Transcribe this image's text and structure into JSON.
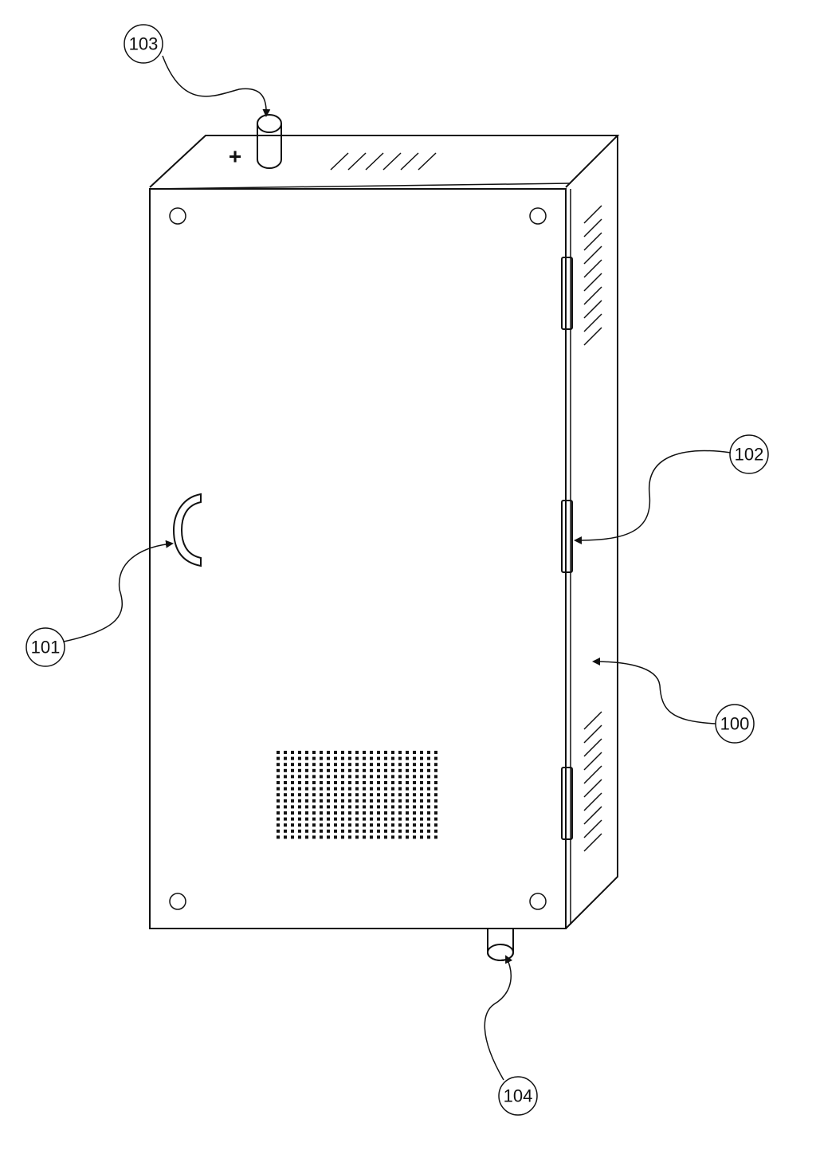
{
  "figure": {
    "polarity_mark": "+",
    "reference_labels": [
      {
        "id": "100",
        "target": "side-panel"
      },
      {
        "id": "101",
        "target": "door-handle"
      },
      {
        "id": "102",
        "target": "hinge"
      },
      {
        "id": "103",
        "target": "top-terminal"
      },
      {
        "id": "104",
        "target": "bottom-terminal"
      }
    ]
  }
}
